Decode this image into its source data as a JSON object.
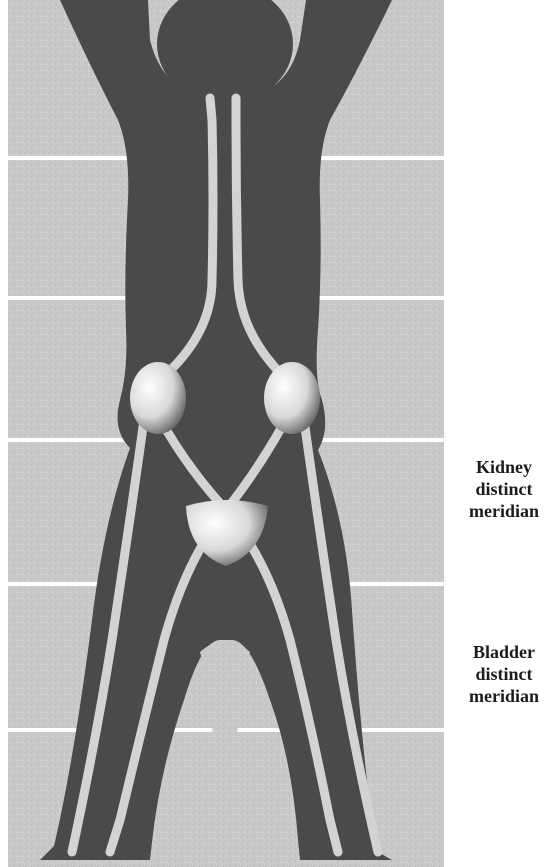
{
  "labels": {
    "kidney": [
      "Kidney",
      "distinct",
      "meridian"
    ],
    "bladder": [
      "Bladder",
      "distinct",
      "meridian"
    ]
  },
  "colors": {
    "background_panel": "#c8c8c8",
    "body_silhouette": "#4a4a4a",
    "meridian_line": "#d3d3d3",
    "organ": "#e2e2e2",
    "separator": "#ffffff"
  }
}
